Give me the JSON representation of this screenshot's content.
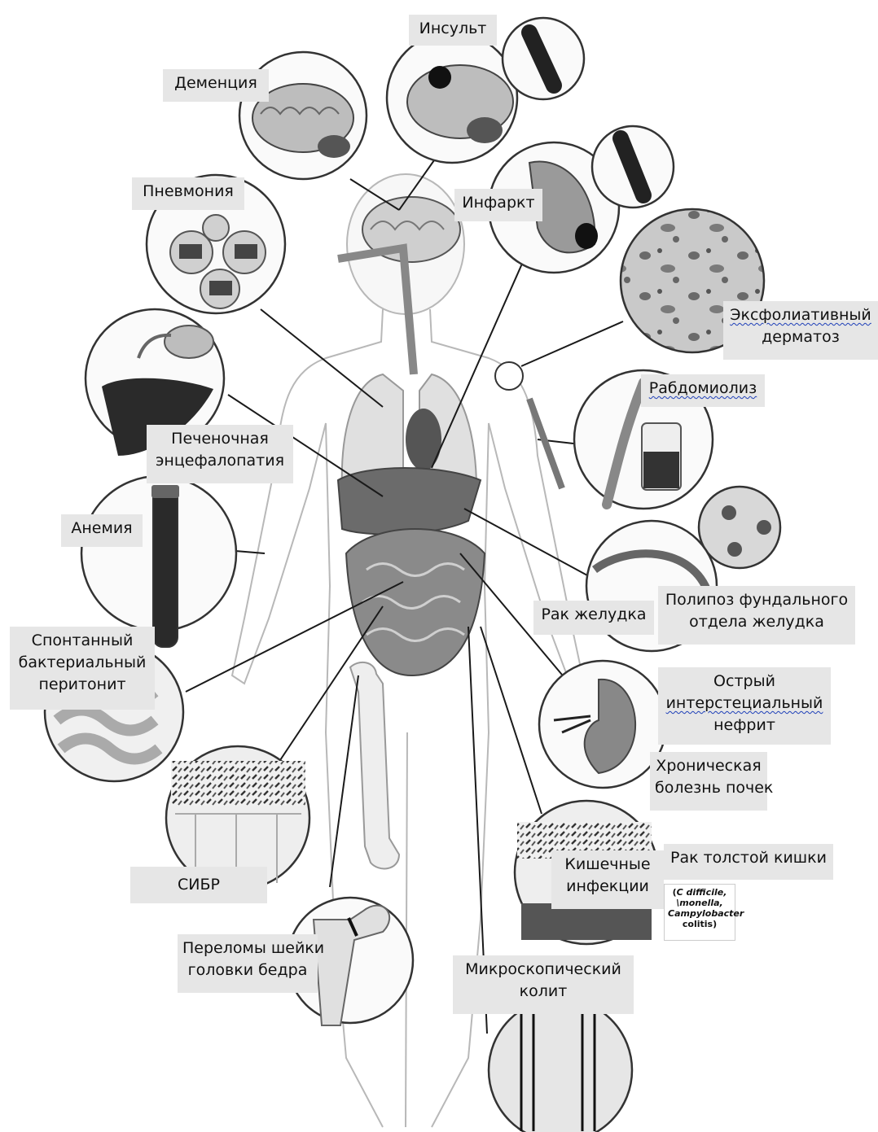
{
  "labels": {
    "insult": "Инсульт",
    "dementia": "Деменция",
    "pneumonia": "Пневмония",
    "infarct": "Инфаркт",
    "exfoliative": [
      "Эксфолиативный",
      "дерматоз"
    ],
    "rhabdo": "Рабдомиолиз",
    "hepatic": [
      "Печеночная",
      "энцефалопатия"
    ],
    "anemia": "Анемия",
    "stomach_cancer": "Рак желудка",
    "polyposis": [
      "Полипоз фундального",
      "отдела желудка"
    ],
    "sbp": [
      "Спонтанный",
      "бактериальный",
      "перитонит"
    ],
    "ain": [
      "Острый",
      "интерстециальный",
      "нефрит"
    ],
    "ckd": [
      "Хроническая",
      "болезнь почек"
    ],
    "sibo": "СИБР",
    "intestinal": [
      "Кишечные",
      "инфекции"
    ],
    "colon_cancer": "Рак толстой кишки",
    "hip": [
      "Переломы шейки",
      "головки бедра"
    ],
    "micro_colitis": [
      "Микроскопический",
      "колит"
    ]
  },
  "pathogens": {
    "open": "(",
    "cdiff": "C difficile,",
    "salmonella": "\\monella,",
    "campylobacter": "Campylobacter",
    "colitis": "colitis)"
  },
  "colors": {
    "label_bg": "#e6e6e6",
    "line": "#1a1a1a",
    "wavy_underline": "#1e3fb8"
  }
}
